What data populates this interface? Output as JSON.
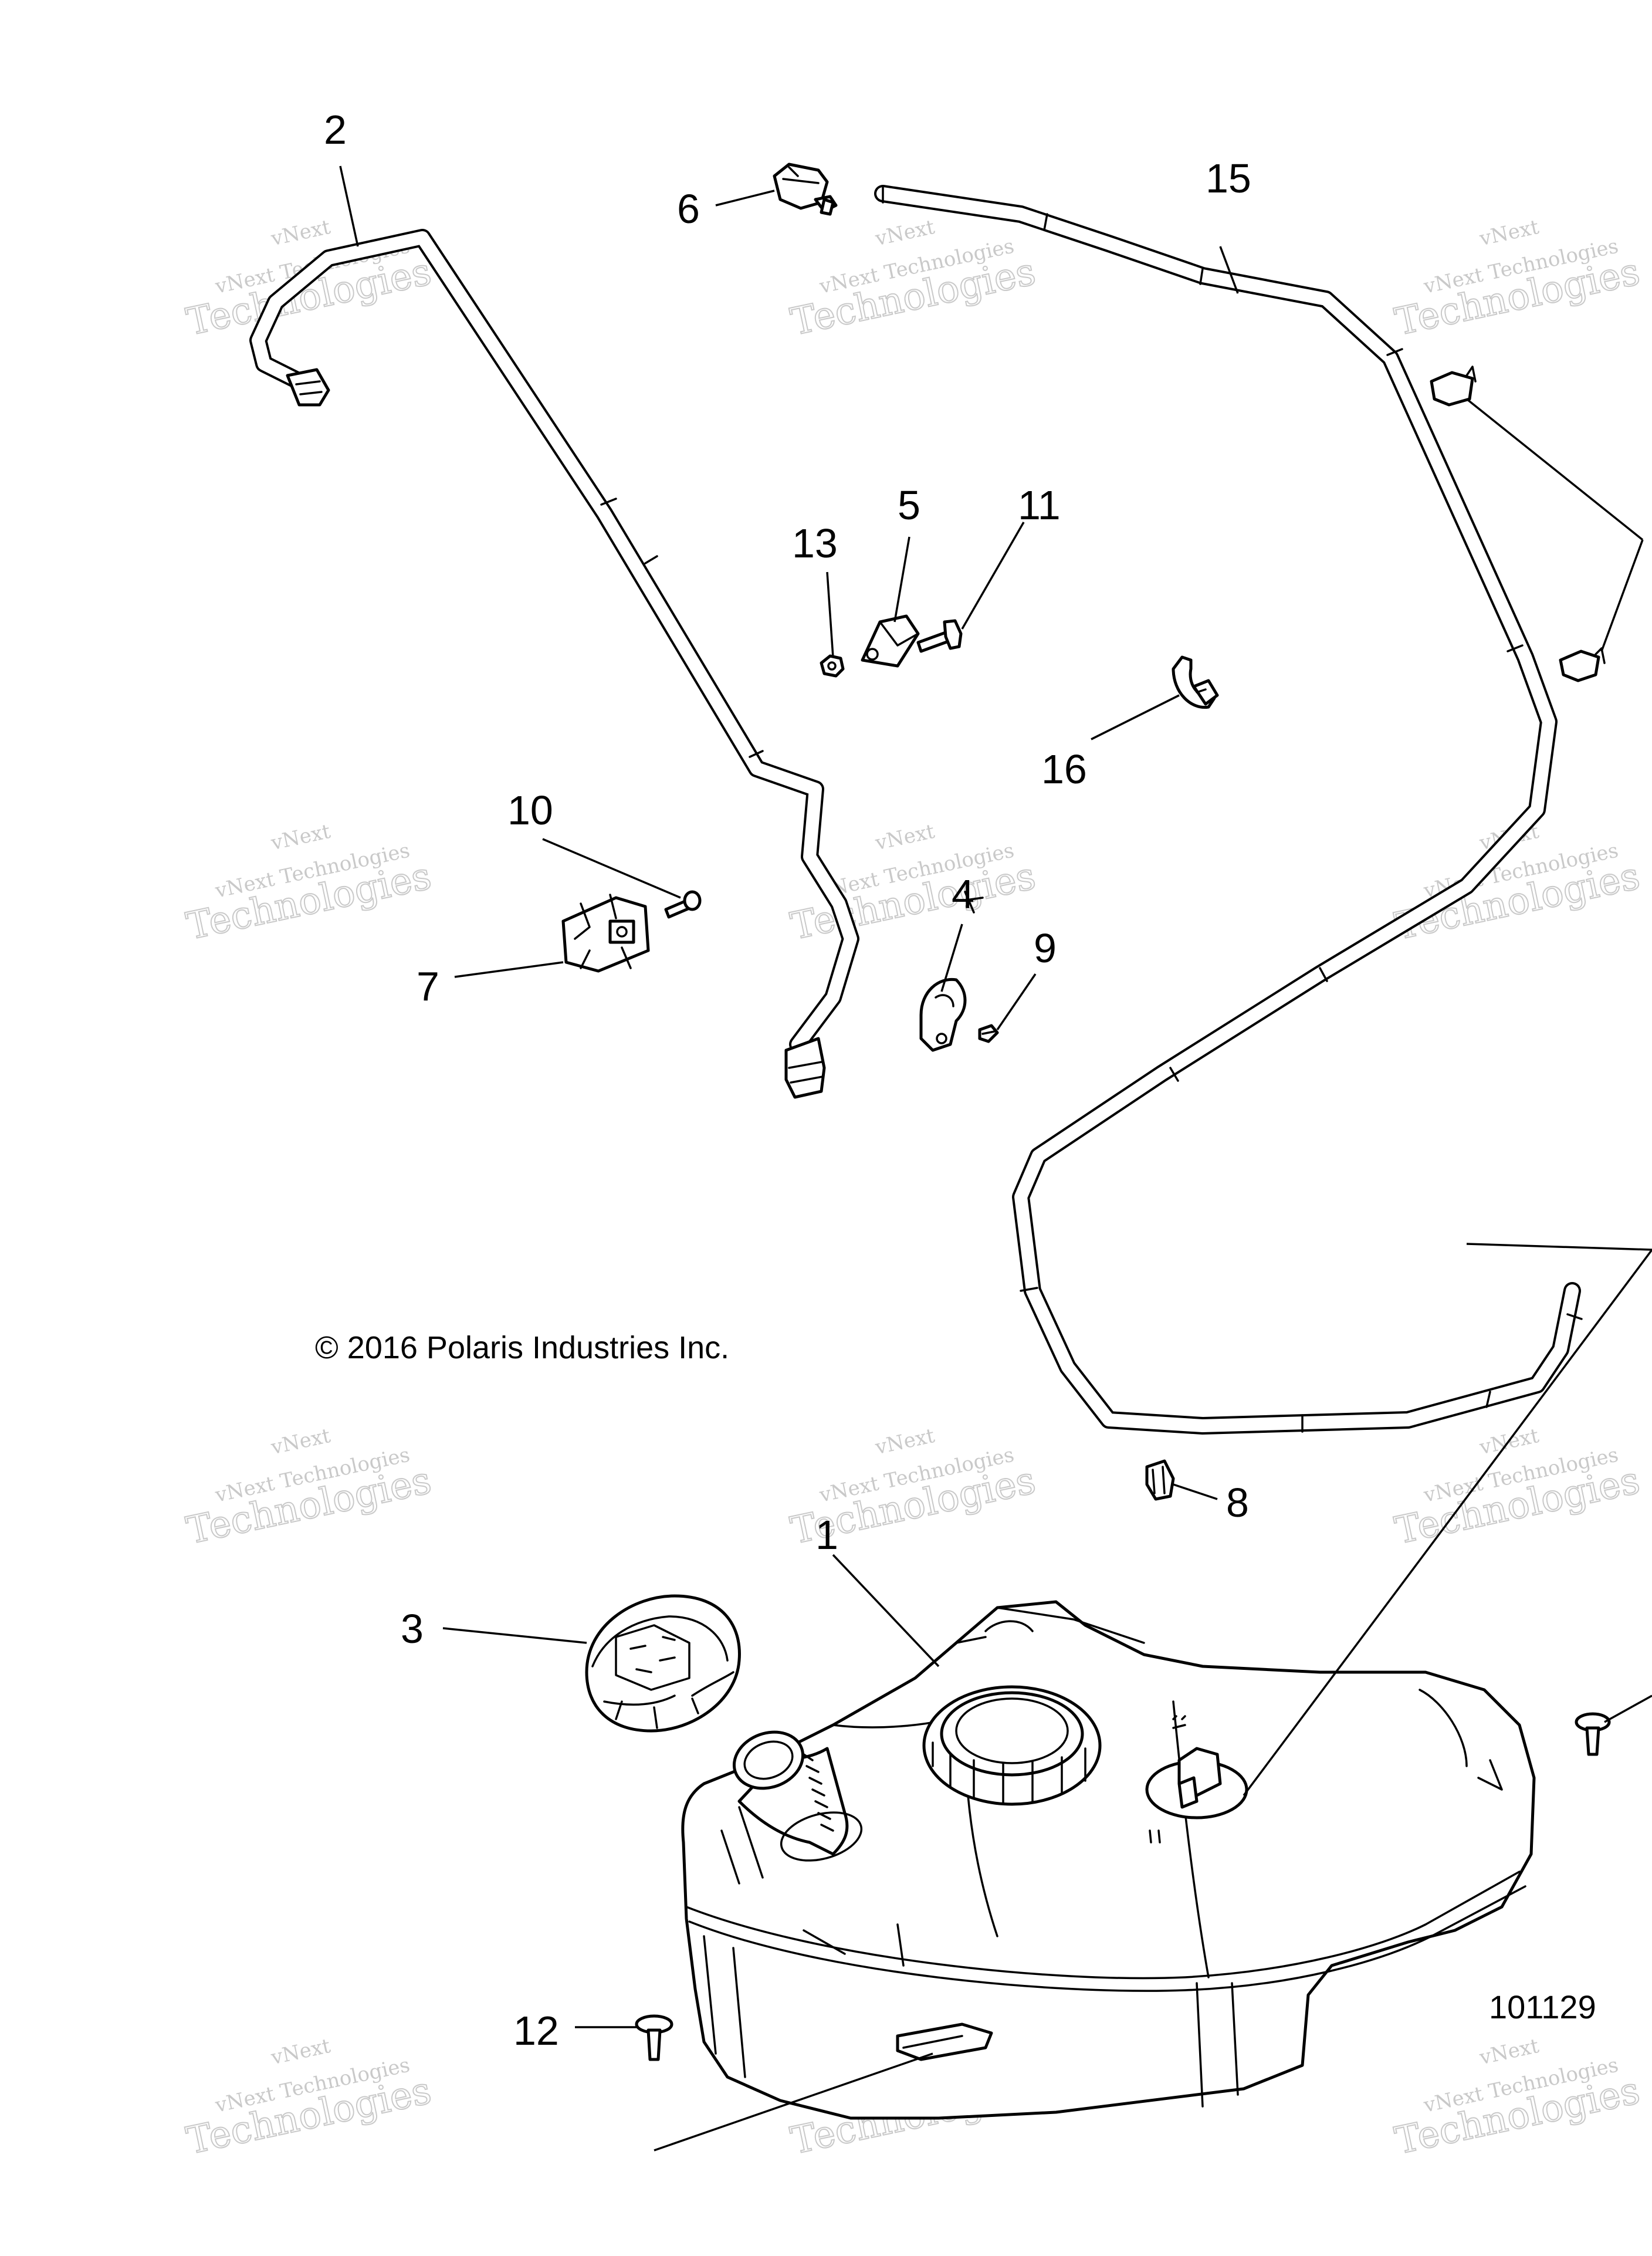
{
  "diagram": {
    "copyright": "© 2016 Polaris Industries Inc.",
    "figure_number": "101129",
    "watermark": {
      "line1": "vNext Technologies",
      "line2": "Technologies",
      "line3": "vNext"
    },
    "callouts": [
      {
        "id": "c1",
        "label": "1"
      },
      {
        "id": "c2",
        "label": "2"
      },
      {
        "id": "c3",
        "label": "3"
      },
      {
        "id": "c4",
        "label": "4"
      },
      {
        "id": "c5",
        "label": "5"
      },
      {
        "id": "c6",
        "label": "6"
      },
      {
        "id": "c7",
        "label": "7"
      },
      {
        "id": "c8",
        "label": "8"
      },
      {
        "id": "c9",
        "label": "9"
      },
      {
        "id": "c10",
        "label": "10"
      },
      {
        "id": "c11",
        "label": "11"
      },
      {
        "id": "c12",
        "label": "12"
      },
      {
        "id": "c13",
        "label": "13"
      },
      {
        "id": "c15",
        "label": "15"
      },
      {
        "id": "c16",
        "label": "16"
      }
    ]
  }
}
